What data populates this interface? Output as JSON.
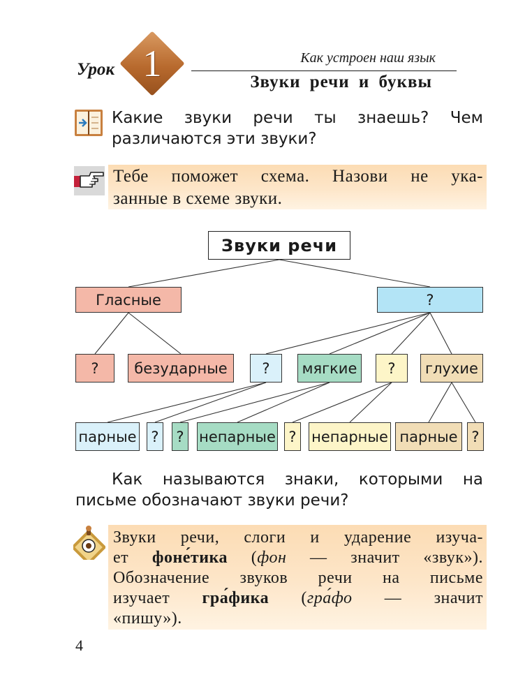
{
  "header": {
    "lesson_word": "Урок",
    "lesson_number": "1",
    "subtitle": "Как устроен наш язык",
    "title": "Звуки речи и буквы"
  },
  "question1": {
    "line1": "Какие звуки речи ты знаешь? Чем",
    "line2": "различаются эти звуки?"
  },
  "hint": {
    "line1": "Тебе поможет схема. Назови не ука-",
    "line2": "занные в схеме звуки."
  },
  "diagram": {
    "root": "Звуки речи",
    "level1": [
      "Гласные",
      "?"
    ],
    "level2": [
      "?",
      "безударные",
      "?",
      "мягкие",
      "?",
      "глухие"
    ],
    "level3": [
      "парные",
      "?",
      "?",
      "непарные",
      "?",
      "непарные",
      "парные",
      "?"
    ]
  },
  "question2": {
    "line1": "Как называются знаки, которыми на",
    "line2": "письме обозначают звуки речи?"
  },
  "rule": {
    "line1": "Звуки речи, слоги и ударение изуча-",
    "line2_pre": "ет ",
    "line2_bold": "фоне́тика",
    "line2_mid": " (",
    "line2_italic": "фон",
    "line2_post": " — значит «звук»).",
    "line3": "Обозначение звуков речи на письме",
    "line4_pre": "изучает ",
    "line4_bold": "гра́фика",
    "line4_mid": " (",
    "line4_italic": "гра́фо",
    "line4_post": " — значит",
    "line5": "«пишу»)."
  },
  "page_number": "4",
  "colors": {
    "accent_brown": "#b86a2e",
    "vowel_pink": "#f4b8a8",
    "consonant_blue": "#b3e4f6",
    "soft_green": "#a6dcc4",
    "voiceless_tan": "#f1ddb6",
    "box_shade": "#fde6c9"
  },
  "icons": [
    "book-icon",
    "pointing-hand-icon",
    "lightbulb-icon"
  ]
}
